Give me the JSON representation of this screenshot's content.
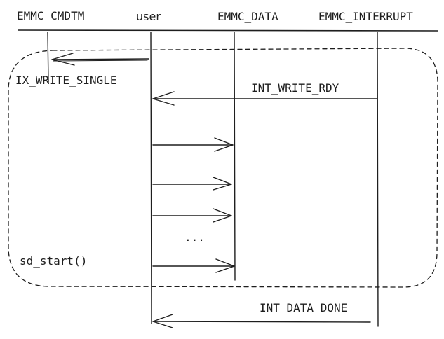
{
  "participants": {
    "cmdtm": "EMMC_CMDTM",
    "user": "user",
    "data": "EMMC_DATA",
    "interrupt": "EMMC_INTERRUPT"
  },
  "messages": {
    "write_single": "IX_WRITE_SINGLE",
    "write_rdy": "INT_WRITE_RDY",
    "ellipsis": "...",
    "sd_start": "sd_start()",
    "data_done": "INT_DATA_DONE"
  },
  "colors": {
    "ink": "#1e1e1e",
    "background": "#ffffff"
  }
}
